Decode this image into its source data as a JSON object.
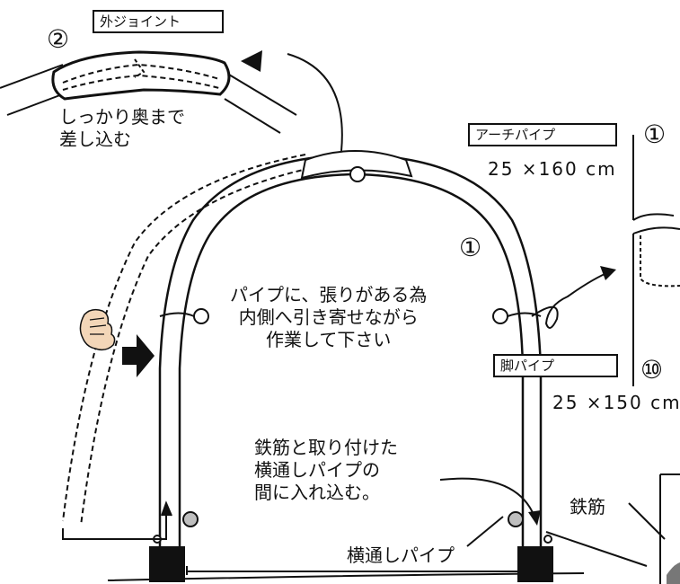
{
  "labels": {
    "outer_joint": "外ジョイント",
    "insert_deep": "しっかり奥まで\n差し込む",
    "arch_pipe": "アーチパイプ",
    "arch_pipe_size": "25 ×160 cm",
    "leg_pipe": "脚パイプ",
    "leg_pipe_size": "25 ×150 cm",
    "tension_note": "パイプに、張りがある為\n内側へ引き寄せながら\n作業して下さい",
    "rebar_note": "鉄筋と取り付けた\n横通しパイプの\n間に入れ込む。",
    "rebar": "鉄筋",
    "horizontal_pipe": "横通しパイプ"
  },
  "numbers": {
    "step_joint": "②",
    "part_arch_side": "①",
    "part_arch_center": "①",
    "part_leg_side": "⑩"
  },
  "icons": [
    "hand-icon",
    "right-arrow-icon",
    "curved-arrow-icon",
    "swirl-arrow-icon"
  ],
  "colors": {
    "line": "#111111",
    "joint_fill": "#ffffff",
    "bolt_grey": "#bfbfbf",
    "footing": "#111111"
  }
}
